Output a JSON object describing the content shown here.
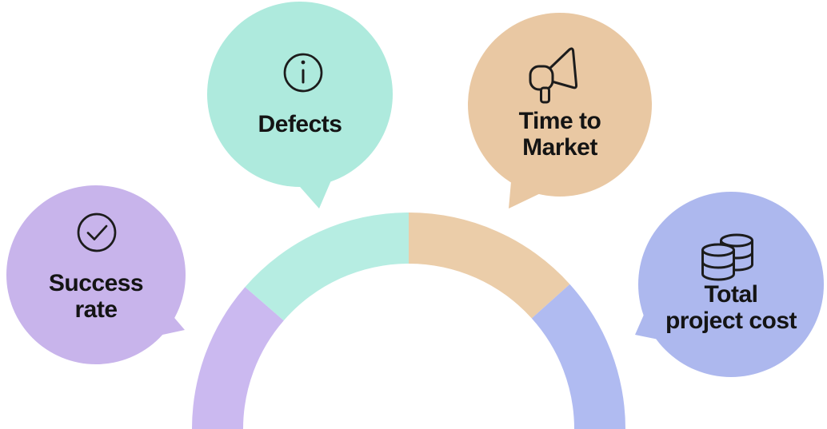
{
  "background_color": "#ffffff",
  "text_color": "#141414",
  "icon_stroke": "#1c1c1c",
  "bubbles": [
    {
      "id": "success-rate",
      "label_lines": [
        "Success",
        "rate"
      ],
      "icon": "check-circle-icon",
      "fill": "#C8B4EB"
    },
    {
      "id": "defects",
      "label_lines": [
        "Defects"
      ],
      "icon": "info-circle-icon",
      "fill": "#AEEADD"
    },
    {
      "id": "time-to-market",
      "label_lines": [
        "Time to",
        "Market"
      ],
      "icon": "megaphone-icon",
      "fill": "#E9C8A3"
    },
    {
      "id": "total-project-cost",
      "label_lines": [
        "Total",
        "project cost"
      ],
      "icon": "coins-icon",
      "fill": "#ADB8EE"
    }
  ],
  "gauge": {
    "type": "semicircle-segmented-ring",
    "segments": [
      {
        "label": "Success rate",
        "color": "#CBB9F0",
        "start_angle_deg": 180,
        "end_angle_deg": 139
      },
      {
        "label": "Defects",
        "color": "#B6EDE2",
        "start_angle_deg": 139,
        "end_angle_deg": 90
      },
      {
        "label": "Time to Market",
        "color": "#EBCDA9",
        "start_angle_deg": 90,
        "end_angle_deg": 42
      },
      {
        "label": "Total project cost",
        "color": "#B0BBF1",
        "start_angle_deg": 42,
        "end_angle_deg": 0
      }
    ]
  }
}
